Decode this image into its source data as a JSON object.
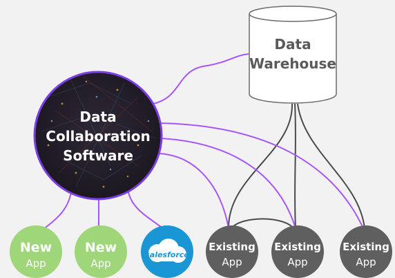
{
  "hub": {
    "line1": "Data",
    "line2": "Collaboration",
    "line3": "Software"
  },
  "warehouse": {
    "line1": "Data",
    "line2": "Warehouse"
  },
  "apps": [
    {
      "id": "new-app-1",
      "title": "New",
      "subtitle": "App",
      "kind": "new"
    },
    {
      "id": "new-app-2",
      "title": "New",
      "subtitle": "App",
      "kind": "new"
    },
    {
      "id": "salesforce",
      "logo_text": "salesforce",
      "kind": "logo"
    },
    {
      "id": "existing-app-1",
      "title": "Existing",
      "subtitle": "App",
      "kind": "existing"
    },
    {
      "id": "existing-app-2",
      "title": "Existing",
      "subtitle": "App",
      "kind": "existing"
    },
    {
      "id": "existing-app-3",
      "title": "Existing",
      "subtitle": "App",
      "kind": "existing"
    }
  ],
  "colors": {
    "background": "#f2f2f2",
    "hub_fill": "#241f2a",
    "hub_border": "#7a3fe0",
    "connector_purple": "#a855f7",
    "connector_gray": "#4a4a4a",
    "new_app": "#9fd67a",
    "salesforce": "#1b96d4",
    "existing_app": "#5f5f5f",
    "warehouse_stroke": "#6a6a6a"
  }
}
